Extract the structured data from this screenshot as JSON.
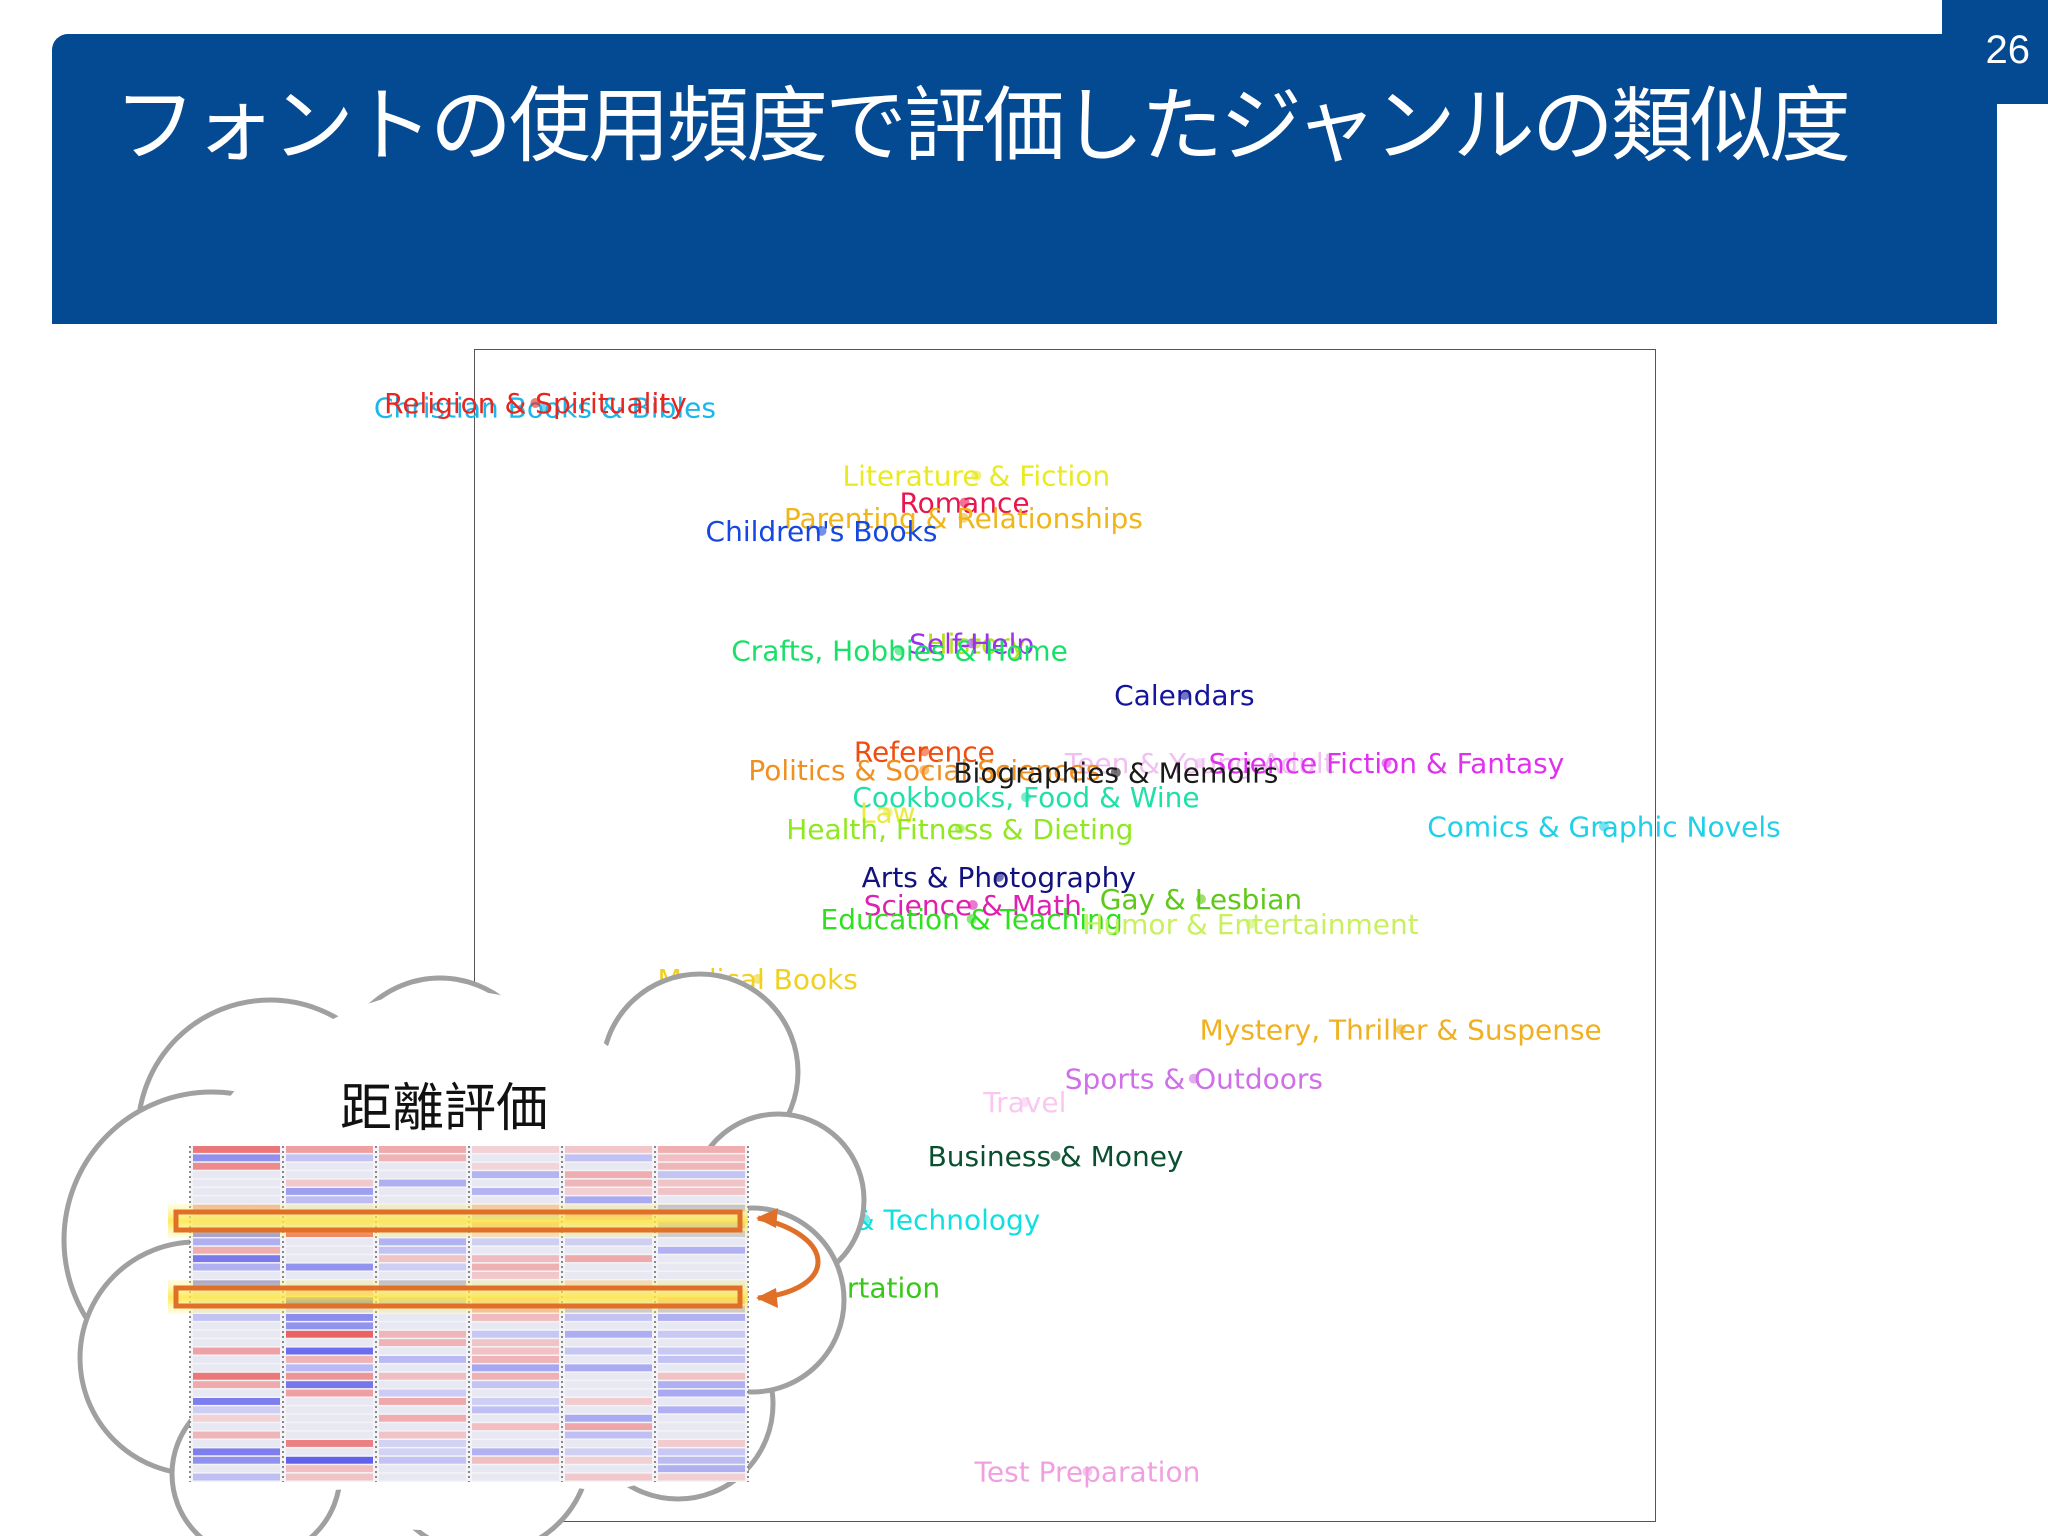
{
  "slide": {
    "title": "フォントの使用頻度で評価したジャンルの類似度",
    "page_number": "26"
  },
  "cloud": {
    "label": "距離評価"
  },
  "chart_data": {
    "type": "scatter",
    "title": "",
    "xlabel": "",
    "ylabel": "",
    "xlim": [
      0,
      1000
    ],
    "ylim": [
      0,
      1000
    ],
    "grid": false,
    "points": [
      {
        "label": "Christian Books & Bibles",
        "x": 60,
        "y": 950,
        "color": "#1ab7ea"
      },
      {
        "label": "Religion & Spirituality",
        "x": 52,
        "y": 954,
        "color": "#e8261f"
      },
      {
        "label": "Literature & Fiction",
        "x": 425,
        "y": 892,
        "color": "#eaea20"
      },
      {
        "label": "Romance",
        "x": 415,
        "y": 869,
        "color": "#e8164e"
      },
      {
        "label": "Parenting & Relationships",
        "x": 414,
        "y": 856,
        "color": "#f0b618"
      },
      {
        "label": "Children's Books",
        "x": 294,
        "y": 845,
        "color": "#1548e0"
      },
      {
        "label": "History",
        "x": 425,
        "y": 749,
        "color": "#b4e01c"
      },
      {
        "label": "Self-Help",
        "x": 421,
        "y": 749,
        "color": "#9b30f0"
      },
      {
        "label": "Crafts, Hobbies & Home",
        "x": 360,
        "y": 743,
        "color": "#18e068"
      },
      {
        "label": "Calendars",
        "x": 601,
        "y": 705,
        "color": "#15159c"
      },
      {
        "label": "Reference",
        "x": 381,
        "y": 657,
        "color": "#f04c10"
      },
      {
        "label": "Teen & Young Adult",
        "x": 614,
        "y": 647,
        "color": "#f0c0f0"
      },
      {
        "label": "Science Fiction & Fantasy",
        "x": 772,
        "y": 647,
        "color": "#e030f0"
      },
      {
        "label": "Politics & Social Sciences",
        "x": 381,
        "y": 641,
        "color": "#f09020"
      },
      {
        "label": "Biographies & Memoirs",
        "x": 543,
        "y": 639,
        "color": "#1a1a1a"
      },
      {
        "label": "Cookbooks, Food & Wine",
        "x": 467,
        "y": 618,
        "color": "#20e0a8"
      },
      {
        "label": "Law",
        "x": 350,
        "y": 605,
        "color": "#eaea40"
      },
      {
        "label": "Health, Fitness & Dieting",
        "x": 411,
        "y": 591,
        "color": "#90e820"
      },
      {
        "label": "Comics & Graphic Novels",
        "x": 956,
        "y": 593,
        "color": "#20d0e8"
      },
      {
        "label": "Arts & Photography",
        "x": 444,
        "y": 550,
        "color": "#12127e"
      },
      {
        "label": "Science & Math",
        "x": 422,
        "y": 526,
        "color": "#e020b0"
      },
      {
        "label": "Gay & Lesbian",
        "x": 615,
        "y": 531,
        "color": "#60c818"
      },
      {
        "label": "Education & Teaching",
        "x": 421,
        "y": 514,
        "color": "#30e020"
      },
      {
        "label": "Humor & Entertainment",
        "x": 657,
        "y": 510,
        "color": "#c8f060"
      },
      {
        "label": "Medical Books",
        "x": 240,
        "y": 463,
        "color": "#f0d020"
      },
      {
        "label": "Mystery, Thriller & Suspense",
        "x": 784,
        "y": 420,
        "color": "#f0b020"
      },
      {
        "label": "Sports & Outdoors",
        "x": 609,
        "y": 378,
        "color": "#d070e8"
      },
      {
        "label": "Travel",
        "x": 466,
        "y": 358,
        "color": "#f8c8f0"
      },
      {
        "label": "Business & Money",
        "x": 492,
        "y": 312,
        "color": "#0a5030"
      },
      {
        "label": "Computers & Technology",
        "x": 331,
        "y": 258,
        "color": "#10e0e0"
      },
      {
        "label": "Engineering & Transportation",
        "x": 221,
        "y": 200,
        "color": "#38c818"
      },
      {
        "label": "Test Preparation",
        "x": 519,
        "y": 43,
        "color": "#f0a0e0"
      }
    ]
  }
}
